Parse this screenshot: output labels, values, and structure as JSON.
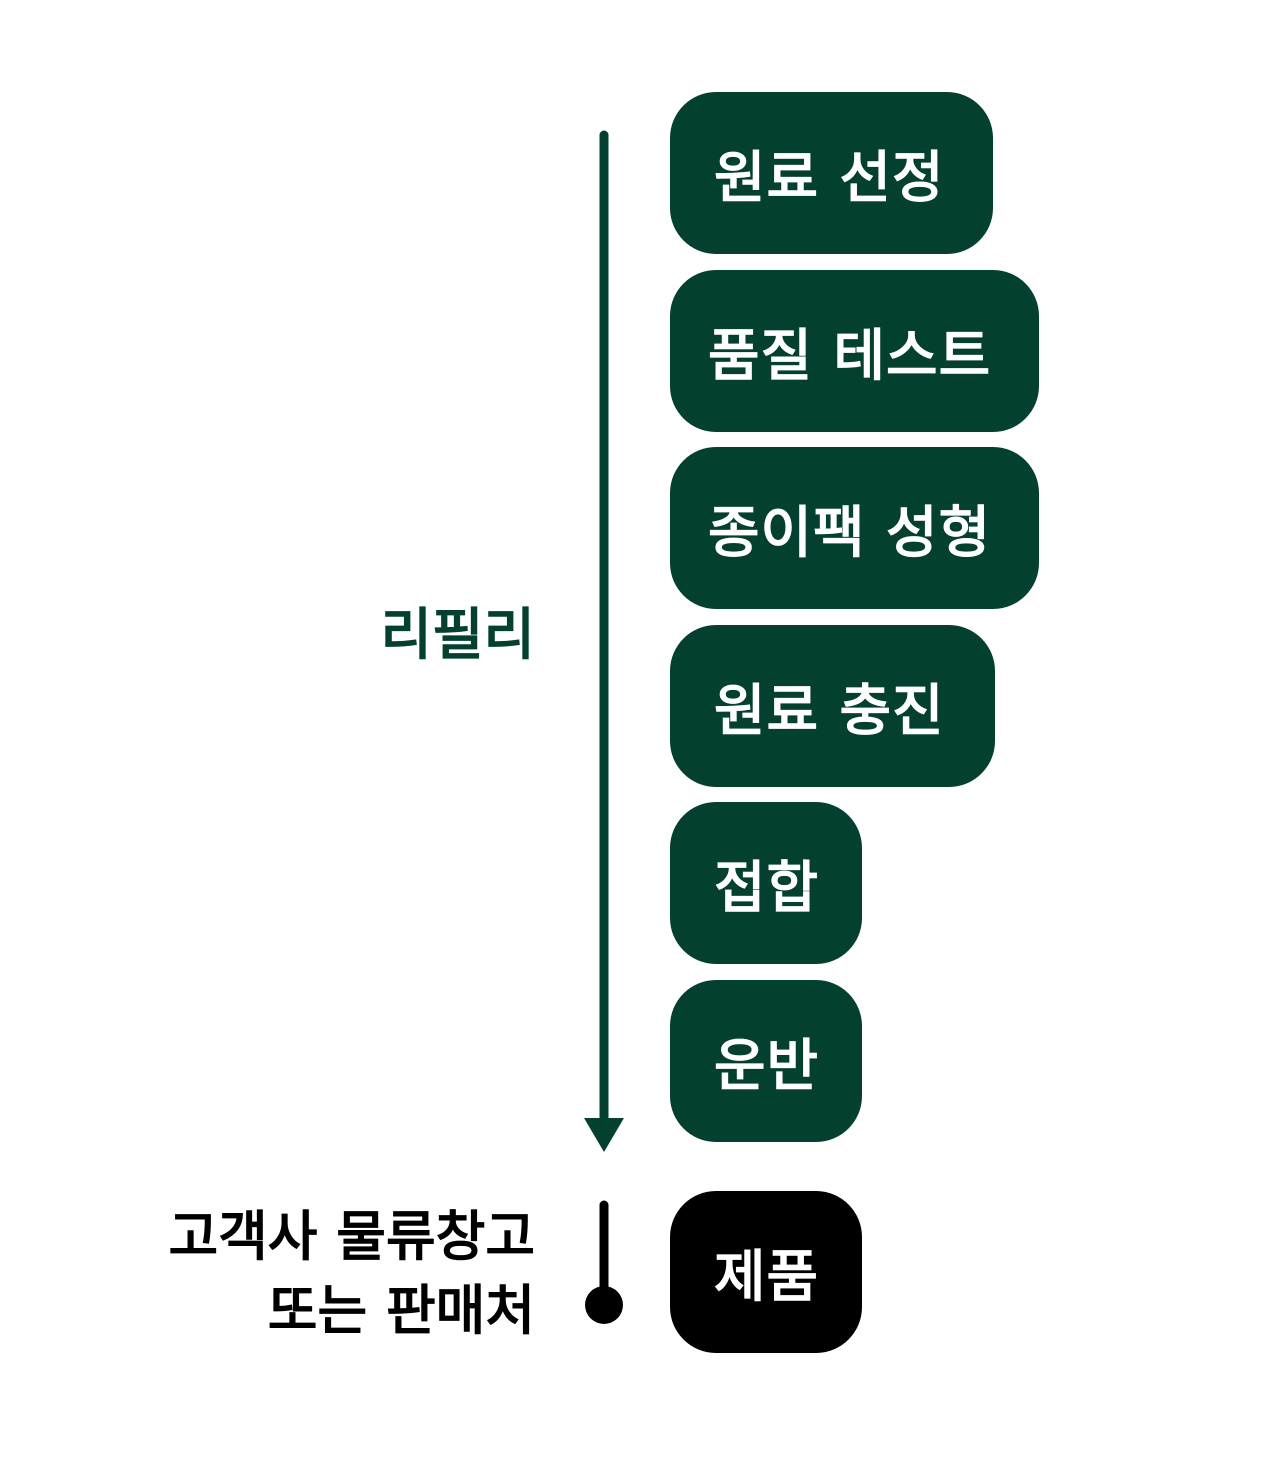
{
  "colors": {
    "step": "#03402f",
    "final": "#000000",
    "text": "#ffffff"
  },
  "process_label": "리필리",
  "steps": [
    {
      "label": "원료 선정"
    },
    {
      "label": "품질 테스트"
    },
    {
      "label": "종이팩 성형"
    },
    {
      "label": "원료 충진"
    },
    {
      "label": "접합"
    },
    {
      "label": "운반"
    }
  ],
  "final_step": {
    "label": "제품"
  },
  "destination": {
    "line1": "고객사 물류창고",
    "line2": "또는 판매처"
  }
}
